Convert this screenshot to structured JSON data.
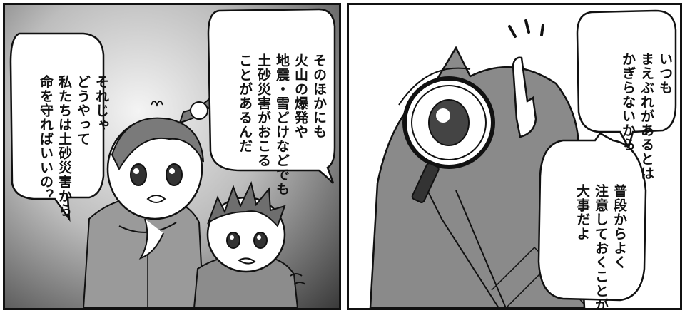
{
  "panels": {
    "left": {
      "bubble_top_right": {
        "lines": [
          "そのほかにも",
          "火山の爆発や",
          "地震・雪どけなどでも",
          "土砂災害がおこる",
          "ことがあるんだ"
        ]
      },
      "bubble_left": {
        "lines": [
          "それじゃ",
          "どうやって",
          "私たちは土砂災害から",
          "命を守ればいいの？"
        ]
      }
    },
    "right": {
      "bubble_top": {
        "lines": [
          "いつも",
          "まえぶれがあるとは",
          "かぎらないから"
        ]
      },
      "bubble_bottom": {
        "lines": [
          "普段からよく",
          "注意しておくことが",
          "大事だよ"
        ]
      }
    }
  },
  "colors": {
    "ink": "#111111",
    "paper": "#ffffff"
  }
}
